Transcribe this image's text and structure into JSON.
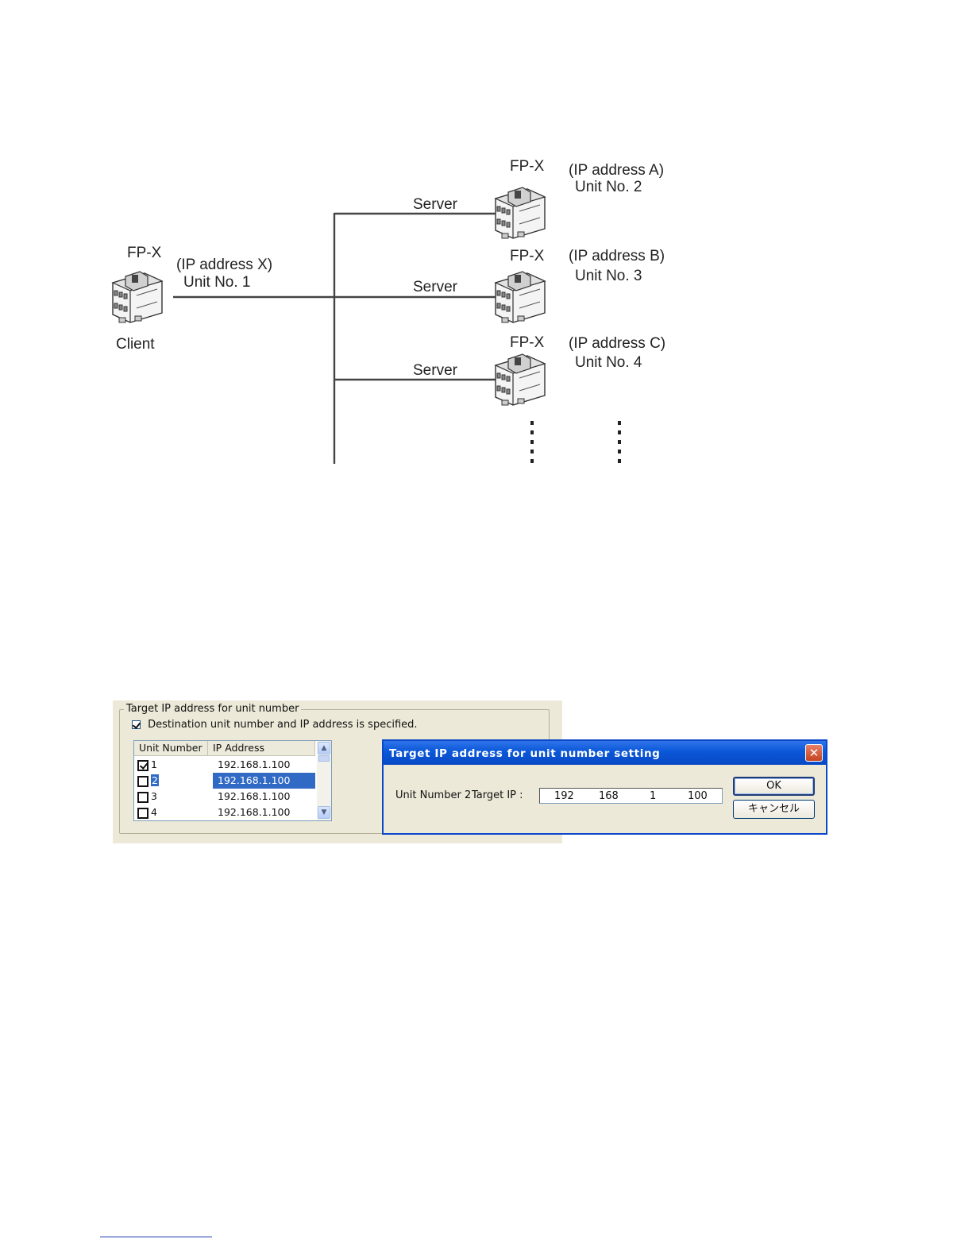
{
  "diagram": {
    "client": {
      "model": "FP-X",
      "ip_label": "(IP address X)",
      "unit_label": "Unit No. 1",
      "role": "Client"
    },
    "servers": [
      {
        "model": "FP-X",
        "ip_label": "(IP address A)",
        "unit_label": "Unit No. 2",
        "role": "Server"
      },
      {
        "model": "FP-X",
        "ip_label": "(IP address B)",
        "unit_label": "Unit No. 3",
        "role": "Server"
      },
      {
        "model": "FP-X",
        "ip_label": "(IP address C)",
        "unit_label": "Unit No. 4",
        "role": "Server"
      }
    ],
    "line_color": "#444444"
  },
  "settings_panel": {
    "group_title": "Target IP address for unit number",
    "destination_checkbox": {
      "label": "Destination unit number and IP address is specified.",
      "checked": true
    },
    "table": {
      "columns": [
        "Unit Number",
        "IP Address"
      ],
      "rows": [
        {
          "unit": "1",
          "ip": "192.168.1.100",
          "checked": true,
          "selected": false
        },
        {
          "unit": "2",
          "ip": "192.168.1.100",
          "checked": false,
          "selected": true
        },
        {
          "unit": "3",
          "ip": "192.168.1.100",
          "checked": false,
          "selected": false
        },
        {
          "unit": "4",
          "ip": "192.168.1.100",
          "checked": false,
          "selected": false
        }
      ]
    }
  },
  "dialog": {
    "title": "Target IP address for unit number setting",
    "unit_label": "Unit Number 2",
    "target_ip_label": "Target IP :",
    "ip_octets": [
      "192",
      "168",
      "1",
      "100"
    ],
    "ok_label": "OK",
    "cancel_label": "キャンセル",
    "close_glyph": "✕",
    "titlebar_color": "#0a57d8",
    "selection_color": "#316ac5"
  }
}
